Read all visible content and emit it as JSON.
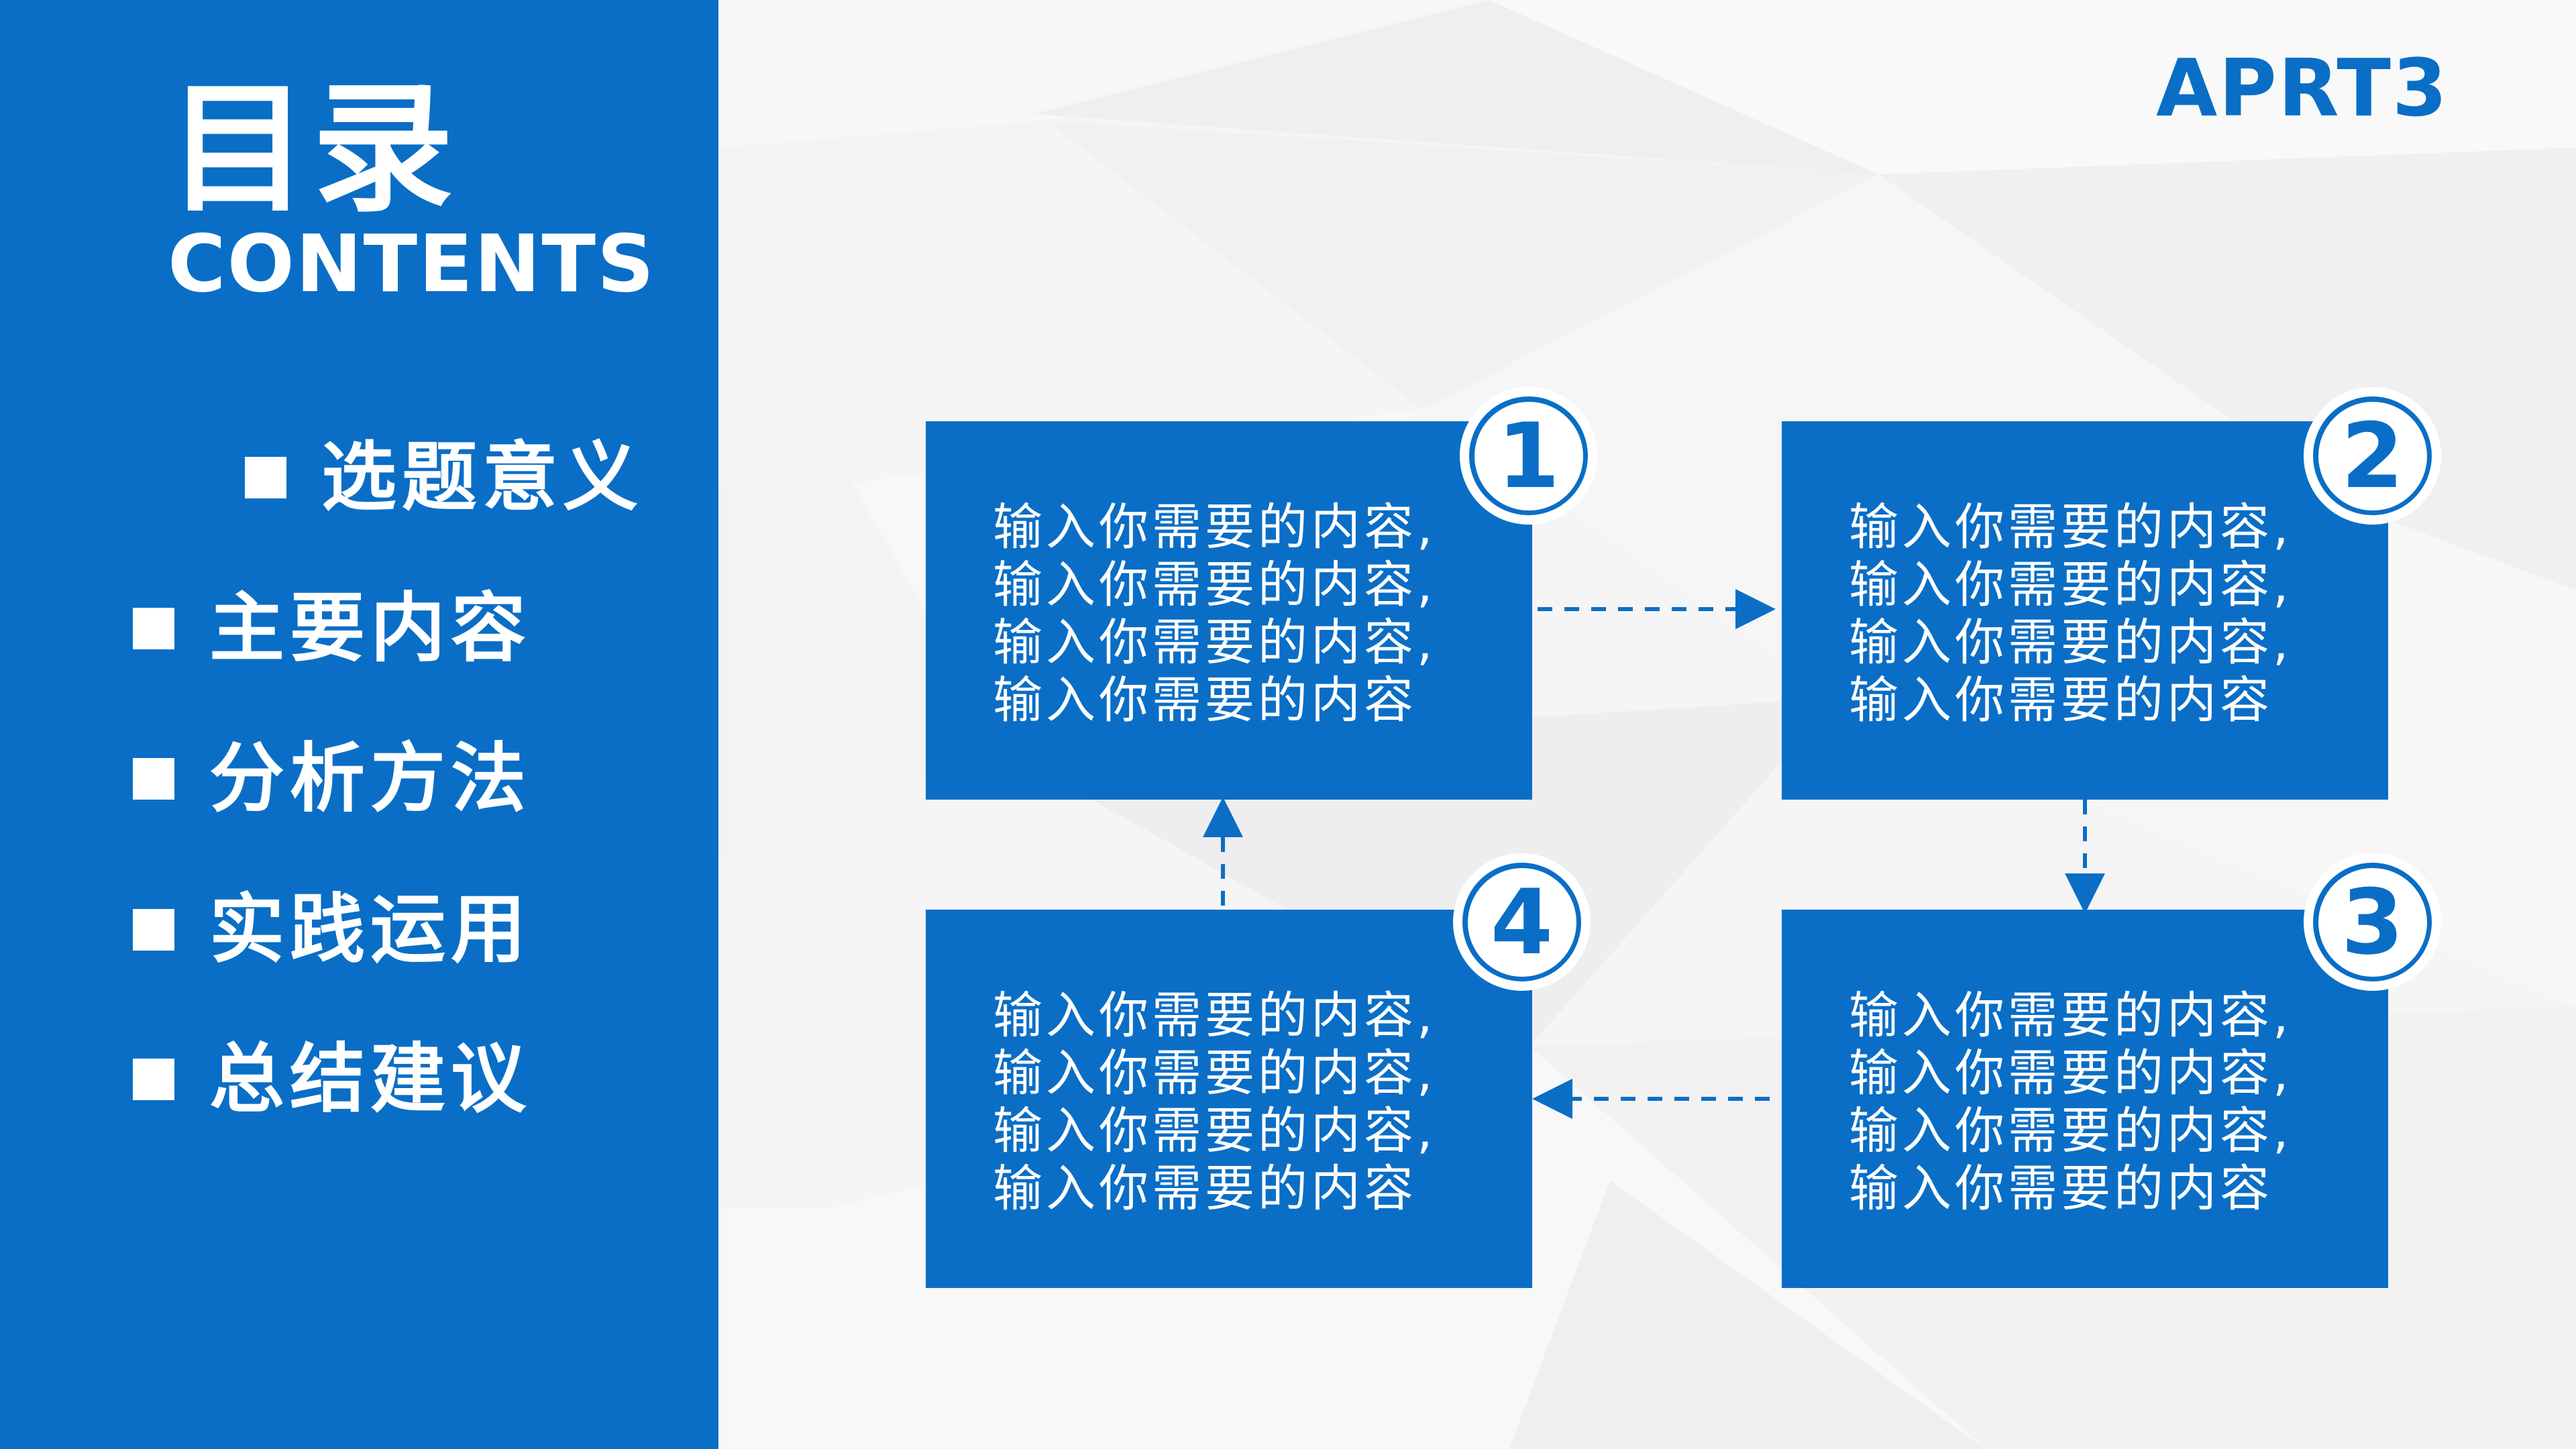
{
  "theme": {
    "brand": "#0a6ec6",
    "background": "#f5f5f5"
  },
  "sidebar": {
    "title_cn": "目录",
    "title_en": "CONTENTS",
    "items": [
      {
        "label": "选题意义"
      },
      {
        "label": "主要内容"
      },
      {
        "label": "分析方法"
      },
      {
        "label": "实践运用"
      },
      {
        "label": "总结建议"
      }
    ]
  },
  "header": {
    "section_label": "APRT3"
  },
  "steps": [
    {
      "number": "1",
      "lines": [
        "输入你需要的内容,",
        "输入你需要的内容,",
        "输入你需要的内容,",
        "输入你需要的内容"
      ]
    },
    {
      "number": "2",
      "lines": [
        "输入你需要的内容,",
        "输入你需要的内容,",
        "输入你需要的内容,",
        "输入你需要的内容"
      ]
    },
    {
      "number": "3",
      "lines": [
        "输入你需要的内容,",
        "输入你需要的内容,",
        "输入你需要的内容,",
        "输入你需要的内容"
      ]
    },
    {
      "number": "4",
      "lines": [
        "输入你需要的内容,",
        "输入你需要的内容,",
        "输入你需要的内容,",
        "输入你需要的内容"
      ]
    }
  ],
  "icons": {
    "menu_bullet": "square-bullet-icon",
    "flow_arrow": "dashed-arrow-icon"
  }
}
